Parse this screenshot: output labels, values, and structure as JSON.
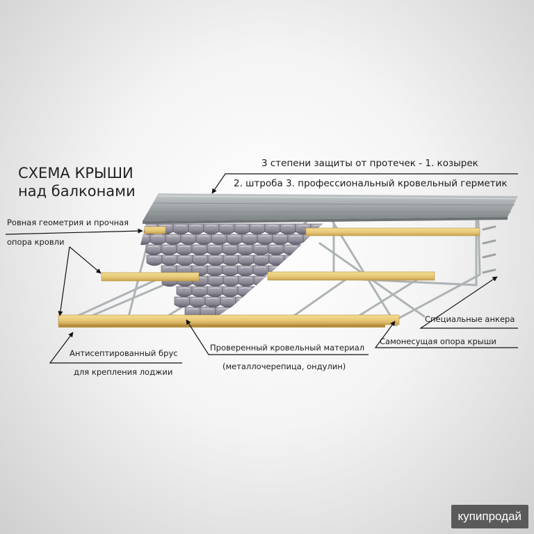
{
  "title": {
    "line1": "СХЕМА КРЫШИ",
    "line2": "над балконами"
  },
  "labels": {
    "protection_line1": "3 степени защиты от протечек - 1. козырек",
    "protection_line2": "2. штроба 3. профессиональный кровельный герметик",
    "geometry_line1": "Ровная геометрия и прочная",
    "geometry_line2": "опора кровли",
    "anchors": "Специальные анкера",
    "support": "Самонесущая опора крыши",
    "timber_line1": "Антисептированный брус",
    "timber_line2": "для крепления лоджии",
    "material_line1": "Проверенный кровельный материал",
    "material_line2": "(металлочерепица, ондулин)"
  },
  "watermark": "купипродай",
  "colors": {
    "timber": "#e6c878",
    "timber_shade": "#c9a24f",
    "tile": "#8f8c98",
    "visor": "#9aa0a3",
    "frame": "#b8bcbe"
  }
}
